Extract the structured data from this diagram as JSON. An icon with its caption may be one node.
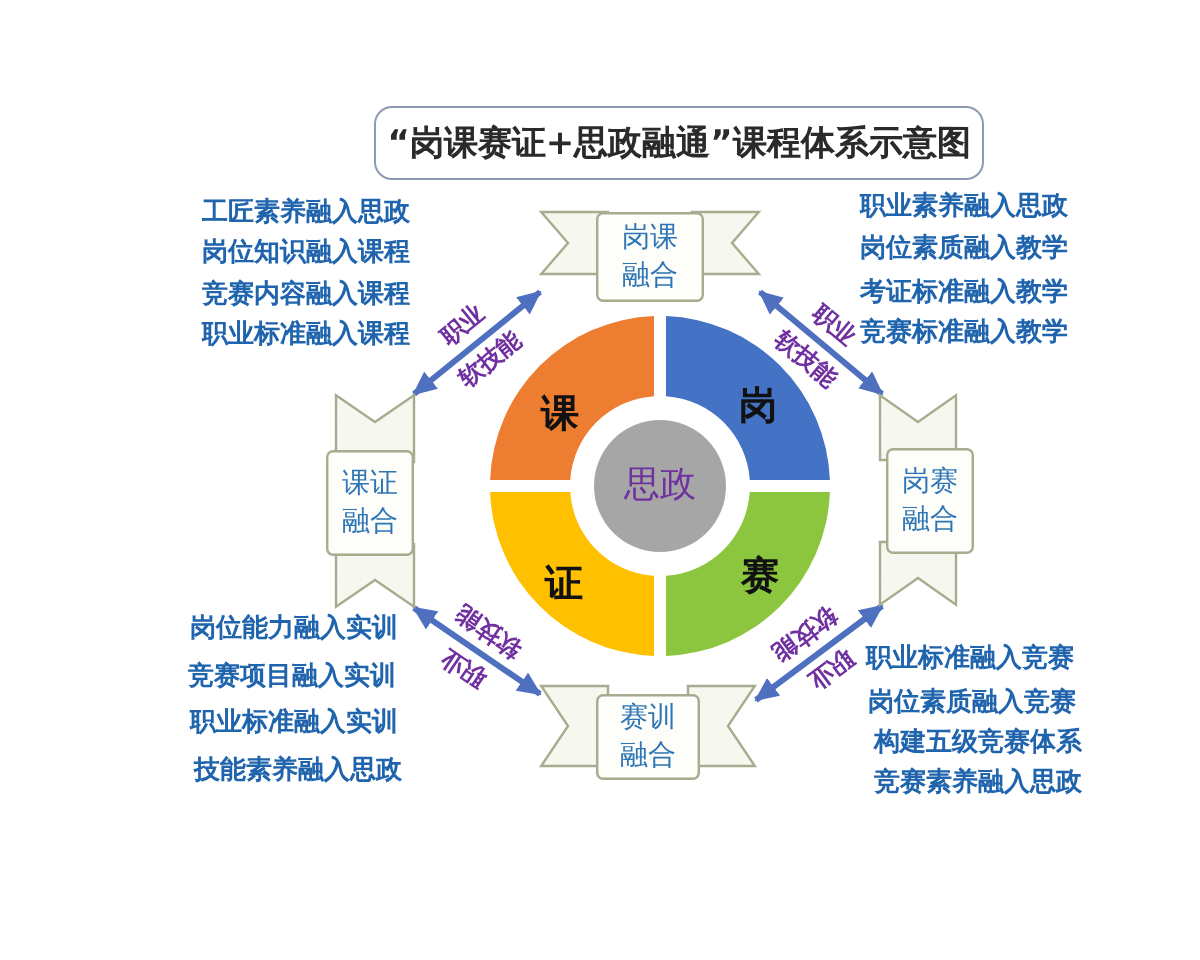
{
  "diagram": {
    "title": "“岗课赛证+思政融通”课程体系示意图",
    "nodes": [
      {
        "text": [
          "岗课融合"
        ]
      },
      {
        "text": [
          "课证融合"
        ]
      },
      {
        "text": [
          "岗赛融合"
        ]
      },
      {
        "text": [
          "课"
        ]
      },
      {
        "text": [
          "岗"
        ]
      },
      {
        "text": [
          "思政"
        ]
      },
      {
        "text": [
          "证"
        ]
      },
      {
        "text": [
          "赛"
        ]
      },
      {
        "text": [
          "赛训融合"
        ]
      }
    ],
    "edges": [
      {
        "from": 1,
        "to": 0,
        "arrow": "both",
        "label": "职业软技能"
      },
      {
        "from": 0,
        "to": 2,
        "arrow": "both",
        "label": "职业软技能"
      },
      {
        "from": 1,
        "to": 8,
        "arrow": "both",
        "label": "职业软技能"
      },
      {
        "from": 2,
        "to": 8,
        "arrow": "both",
        "label": "职业软技能"
      }
    ],
    "labels": [
      "工匠素养融入思政",
      "岗位知识融入课程",
      "竞赛内容融入课程",
      "职业标准融入课程",
      "职业素养融入思政",
      "岗位素质融入教学",
      "考证标准融入教学",
      "竞赛标准融入教学",
      "岗位能力融入实训",
      "竞赛项目融入实训",
      "职业标准融入实训",
      "技能素养融入思政",
      "职业标准融入竞赛",
      "岗位素质融入竞赛",
      "构建五级竞赛体系",
      "竞赛素养融入思政"
    ]
  }
}
